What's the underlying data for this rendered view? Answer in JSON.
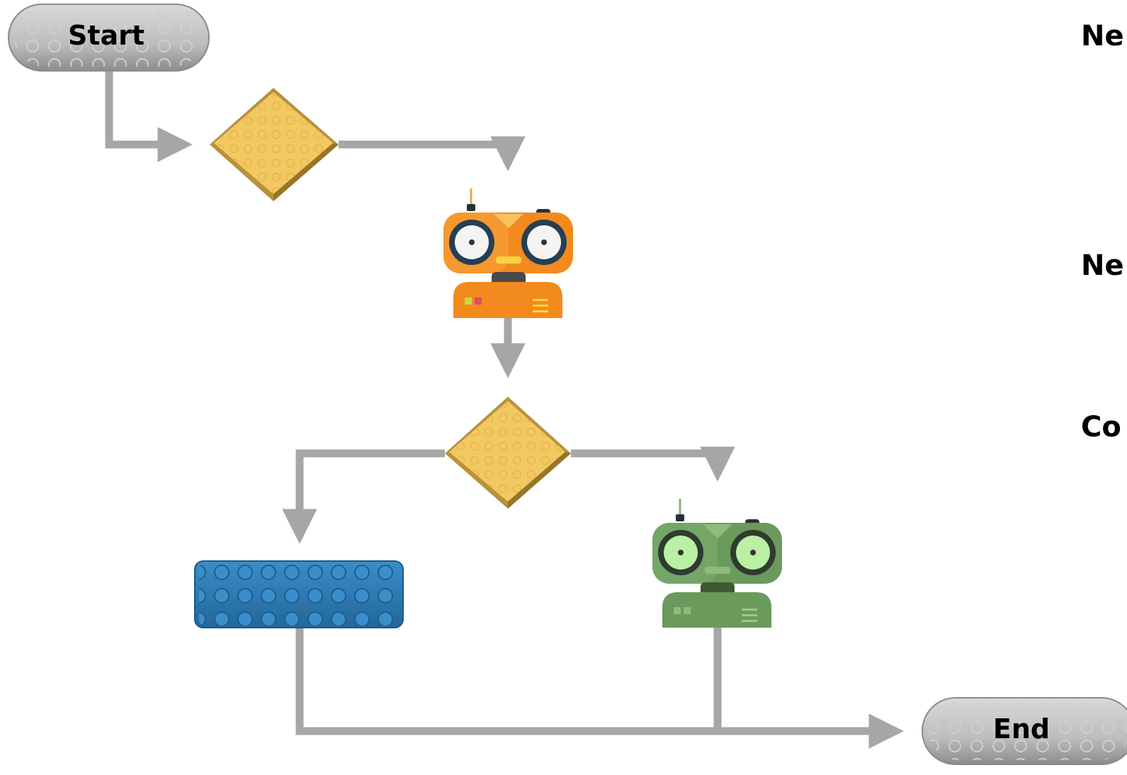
{
  "diagram": {
    "start_label": "Start",
    "end_label": "End",
    "side_labels": [
      "Ne",
      "Ne",
      "Co"
    ],
    "colors": {
      "connector": "#a6a6a6",
      "terminal": "#b5b5b5",
      "decision": "#f0c860",
      "process_block": "#2e7fb8",
      "robot_orange": "#f28a1e",
      "robot_green": "#6a9a5c"
    },
    "icons": [
      "lego-terminal",
      "lego-diamond",
      "orange-robot-icon",
      "green-robot-icon",
      "lego-block"
    ]
  }
}
